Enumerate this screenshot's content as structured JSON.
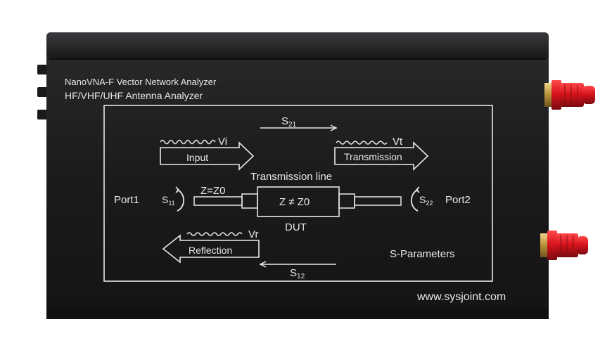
{
  "device": {
    "title_line1": "NanoVNA-F Vector Network Analyzer",
    "title_line2": "HF/VHF/UHF Antenna Analyzer",
    "website": "www.sysjoint.com"
  },
  "diagram": {
    "s21": "S",
    "s21_sub": "21",
    "s12": "S",
    "s12_sub": "12",
    "s11": "S",
    "s11_sub": "11",
    "s22": "S",
    "s22_sub": "22",
    "vi": "Vi",
    "vt": "Vt",
    "vr": "Vr",
    "input": "Input",
    "transmission": "Transmission",
    "reflection": "Reflection",
    "transmission_line": "Transmission line",
    "z_eq": "Z=Z0",
    "z_neq": "Z ≠ Z0",
    "dut": "DUT",
    "port1": "Port1",
    "port2": "Port2",
    "s_parameters": "S-Parameters"
  },
  "colors": {
    "case": "#1c1c1e",
    "print": "#e8e8e8",
    "connector_red": "#d8141e",
    "connector_gold": "#c9a24a"
  }
}
